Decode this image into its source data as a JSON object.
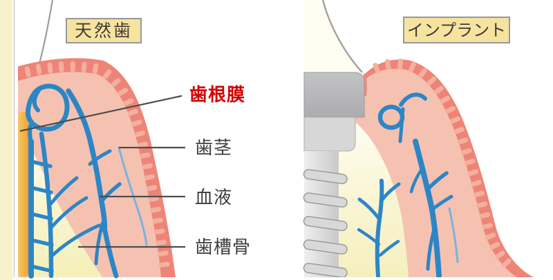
{
  "diagram": {
    "natural": {
      "title": "天然歯",
      "labels": {
        "periodontal_ligament": "歯根膜",
        "gingiva": "歯茎",
        "blood": "血液",
        "alveolar_bone": "歯槽骨"
      }
    },
    "implant": {
      "title": "インプラント"
    }
  },
  "colors": {
    "gum_light": "#f5c2b1",
    "gum_dark": "#ee8477",
    "ridge": "#f3b09e",
    "bone_top": "#fdfae8",
    "bone_bottom": "#f5efb8",
    "vessel_blue": "#2c86c6",
    "vessel_light_blue": "#7ab3dc",
    "ligament_orange": "#efa233",
    "root_cream_band": "#f8f1c9",
    "crown_ivory": "#fffdf1",
    "implant_gray": "#b9babc",
    "label_red": "#d40000",
    "label_dark": "#3c3c3c",
    "tag_background": "#f7e3a0",
    "tag_border": "#97979b",
    "leader_line": "#4d4d4d"
  }
}
